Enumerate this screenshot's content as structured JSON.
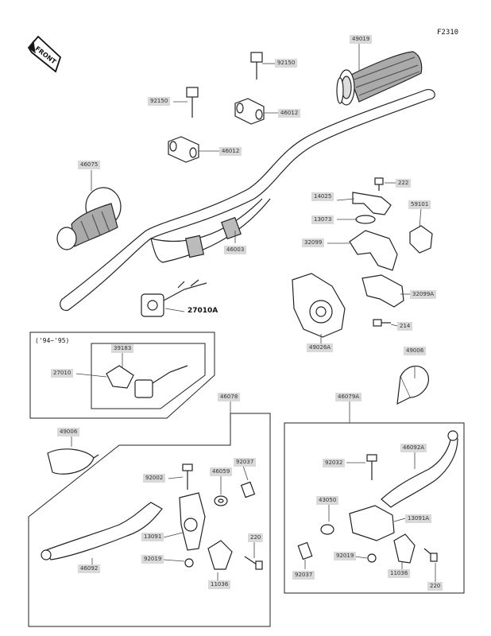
{
  "figure_code": "F2310",
  "front_label": "FRONT",
  "variant_label": "('94~'95)",
  "colors": {
    "line": "#222222",
    "label_bg": "#d9d9d9",
    "grip_shade": "#9a9a9a"
  },
  "parts": [
    {
      "id": "p1",
      "label": "49019"
    },
    {
      "id": "p2",
      "label": "92150"
    },
    {
      "id": "p3",
      "label": "92150"
    },
    {
      "id": "p4",
      "label": "46012"
    },
    {
      "id": "p5",
      "label": "46012"
    },
    {
      "id": "p6",
      "label": "46075"
    },
    {
      "id": "p7",
      "label": "222"
    },
    {
      "id": "p8",
      "label": "14025"
    },
    {
      "id": "p9",
      "label": "13073"
    },
    {
      "id": "p10",
      "label": "59101"
    },
    {
      "id": "p11",
      "label": "32099"
    },
    {
      "id": "p12",
      "label": "46003"
    },
    {
      "id": "p13",
      "label": "27010A"
    },
    {
      "id": "p14",
      "label": "32099A"
    },
    {
      "id": "p15",
      "label": "214"
    },
    {
      "id": "p16",
      "label": "49026A"
    },
    {
      "id": "p17",
      "label": "39183"
    },
    {
      "id": "p18",
      "label": "27010"
    },
    {
      "id": "p19",
      "label": "49006"
    },
    {
      "id": "p20",
      "label": "46078"
    },
    {
      "id": "p21",
      "label": "46079A"
    },
    {
      "id": "p22",
      "label": "49006"
    },
    {
      "id": "p23",
      "label": "92002"
    },
    {
      "id": "p24",
      "label": "92037"
    },
    {
      "id": "p25",
      "label": "46059"
    },
    {
      "id": "p26",
      "label": "13091"
    },
    {
      "id": "p27",
      "label": "220"
    },
    {
      "id": "p28",
      "label": "92019"
    },
    {
      "id": "p29",
      "label": "46092"
    },
    {
      "id": "p30",
      "label": "11036"
    },
    {
      "id": "p31",
      "label": "92032"
    },
    {
      "id": "p32",
      "label": "46092A"
    },
    {
      "id": "p33",
      "label": "43050"
    },
    {
      "id": "p34",
      "label": "13091A"
    },
    {
      "id": "p35",
      "label": "92037"
    },
    {
      "id": "p36",
      "label": "92019"
    },
    {
      "id": "p37",
      "label": "11036"
    },
    {
      "id": "p38",
      "label": "220"
    }
  ]
}
